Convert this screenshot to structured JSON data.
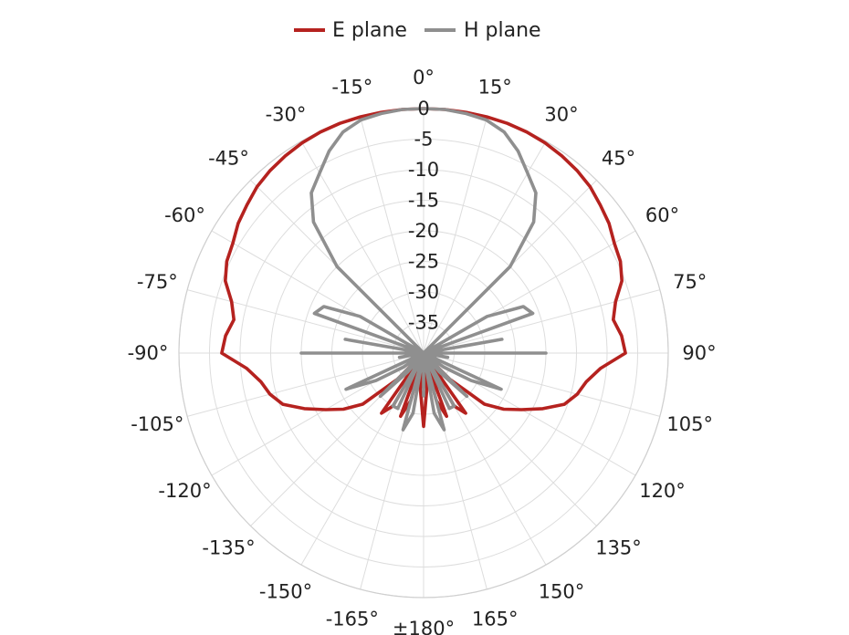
{
  "chart_data": {
    "type": "polar-line",
    "angle_unit": "deg",
    "r_unit": "dB",
    "r_range": [
      -40,
      0
    ],
    "r_ticks": [
      0,
      -5,
      -10,
      -15,
      -20,
      -25,
      -30,
      -35
    ],
    "r_tick_labels": [
      "0",
      "-5",
      "-10",
      "-15",
      "-20",
      "-25",
      "-30",
      "-35"
    ],
    "angle_ticks": [
      0,
      15,
      30,
      45,
      60,
      75,
      90,
      105,
      120,
      135,
      150,
      165,
      180,
      -165,
      -150,
      -135,
      -120,
      -105,
      -90,
      -75,
      -60,
      -45,
      -30,
      -15
    ],
    "angle_tick_labels": [
      "0°",
      "15°",
      "30°",
      "45°",
      "60°",
      "75°",
      "90°",
      "105°",
      "120°",
      "135°",
      "150°",
      "165°",
      "±180°",
      "-165°",
      "-150°",
      "-135°",
      "-120°",
      "-105°",
      "-90°",
      "-75°",
      "-60°",
      "-45°",
      "-30°",
      "-15°"
    ],
    "grid": true,
    "legend_position": "top-center",
    "series": [
      {
        "name": "E plane",
        "color": "#b5221f",
        "theta": [
          -180,
          -175,
          -170,
          -165,
          -160,
          -155,
          -150,
          -145,
          -140,
          -135,
          -130,
          -125,
          -120,
          -115,
          -110,
          -105,
          -100,
          -95,
          -90,
          -85,
          -80,
          -75,
          -70,
          -65,
          -60,
          -55,
          -50,
          -45,
          -40,
          -35,
          -30,
          -25,
          -20,
          -15,
          -10,
          -5,
          0,
          5,
          10,
          15,
          20,
          25,
          30,
          35,
          40,
          45,
          50,
          55,
          60,
          65,
          70,
          75,
          80,
          85,
          90,
          95,
          100,
          105,
          110,
          115,
          120,
          125,
          130,
          135,
          140,
          145,
          150,
          155,
          160,
          165,
          170,
          175,
          180
        ],
        "r": [
          -28,
          -34,
          -40,
          -32,
          -29,
          -40,
          -30,
          -28,
          -40,
          -34,
          -27,
          -24,
          -21.5,
          -18.5,
          -15.5,
          -14,
          -13,
          -11,
          -7,
          -7.5,
          -8.5,
          -7.5,
          -5.5,
          -4.5,
          -4,
          -3,
          -2.3,
          -1.5,
          -1,
          -0.6,
          -0.3,
          -0.1,
          0,
          0,
          0,
          0,
          0,
          0,
          0,
          0,
          0,
          -0.1,
          -0.3,
          -0.6,
          -1,
          -1.5,
          -2.3,
          -3,
          -4,
          -4.5,
          -5.5,
          -7.5,
          -8.5,
          -7.5,
          -7,
          -11,
          -13,
          -14,
          -15.5,
          -18.5,
          -21.5,
          -24,
          -27,
          -34,
          -40,
          -28,
          -30,
          -40,
          -29,
          -32,
          -40,
          -34,
          -28
        ]
      },
      {
        "name": "H plane",
        "color": "#8f8f8f",
        "theta": [
          -180,
          -175,
          -170,
          -165,
          -160,
          -155,
          -150,
          -145,
          -140,
          -135,
          -130,
          -125,
          -120,
          -115,
          -110,
          -105,
          -100,
          -95,
          -90,
          -85,
          -80,
          -75,
          -70,
          -65,
          -60,
          -55,
          -50,
          -45,
          -40,
          -35,
          -30,
          -25,
          -20,
          -15,
          -10,
          -5,
          0,
          5,
          10,
          15,
          20,
          25,
          30,
          35,
          40,
          45,
          50,
          55,
          60,
          65,
          70,
          75,
          80,
          85,
          90,
          95,
          100,
          105,
          110,
          115,
          120,
          125,
          130,
          135,
          140,
          145,
          150,
          155,
          160,
          165,
          170,
          175,
          180
        ],
        "r": [
          -33,
          -40,
          -30,
          -27,
          -40,
          -30,
          -30,
          -40,
          -36,
          -30,
          -40,
          -36,
          -31,
          -26,
          -40,
          -40,
          -36,
          -40,
          -20,
          -40,
          -27,
          -40,
          -21,
          -22,
          -28,
          -40,
          -40,
          -20,
          -12,
          -8,
          -6,
          -3.5,
          -1.5,
          -0.5,
          -0.2,
          0,
          0,
          0,
          -0.2,
          -0.5,
          -1.5,
          -3.5,
          -6,
          -8,
          -12,
          -20,
          -40,
          -40,
          -28,
          -22,
          -21,
          -40,
          -27,
          -40,
          -20,
          -40,
          -36,
          -40,
          -40,
          -26,
          -31,
          -36,
          -40,
          -30,
          -36,
          -40,
          -30,
          -30,
          -40,
          -27,
          -30,
          -40,
          -33
        ]
      }
    ]
  }
}
